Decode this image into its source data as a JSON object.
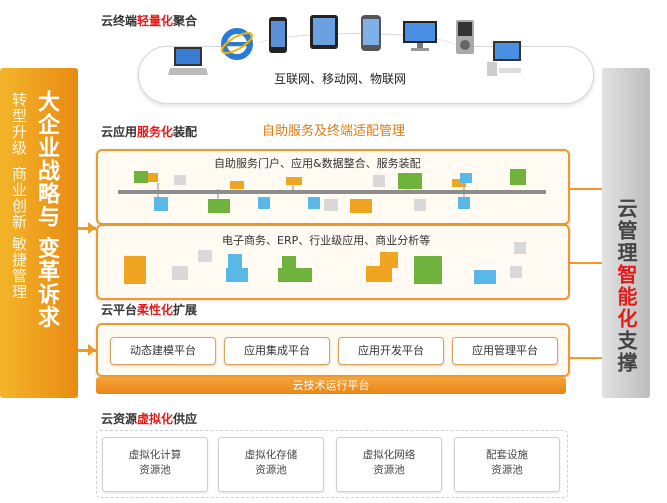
{
  "sections": {
    "terminal": {
      "pre": "云终端",
      "hl": "轻量化",
      "post": "聚合"
    },
    "app": {
      "pre": "云应用",
      "hl": "服务化",
      "post": "装配",
      "note": "自助服务及终端适配管理"
    },
    "platform": {
      "pre": "云平台",
      "hl": "柔性化",
      "post": "扩展"
    },
    "resource": {
      "pre": "云资源",
      "hl": "虚拟化",
      "post": "供应"
    }
  },
  "cloud_text": "互联网、移动网、物联网",
  "app_panels": {
    "top_label": "自助服务门户、应用&数据整合、服务装配",
    "bottom_label": "电子商务、ERP、行业级应用、商业分析等"
  },
  "platform_items": [
    "动态建模平台",
    "应用集成平台",
    "应用开发平台",
    "应用管理平台"
  ],
  "runtime_label": "云技术运行平台",
  "resource_pools": [
    {
      "line1": "虚拟化计算",
      "line2": "资源池"
    },
    {
      "line1": "虚拟化存储",
      "line2": "资源池"
    },
    {
      "line1": "虚拟化网络",
      "line2": "资源池"
    },
    {
      "line1": "配套设施",
      "line2": "资源池"
    }
  ],
  "left_column": {
    "sub_col1": "转型升级",
    "sub_col2": "商业创新",
    "sub_col3": "敏捷管理",
    "main_col1": "大企业战略与",
    "main_col2": "变革诉求"
  },
  "right_column": {
    "pre": "云管理",
    "hl": "智能化",
    "post": "支撑"
  },
  "colors": {
    "accent_orange": "#ec9a2b",
    "highlight_red": "#e31a1a",
    "right_gray": "#cfcfcf"
  }
}
